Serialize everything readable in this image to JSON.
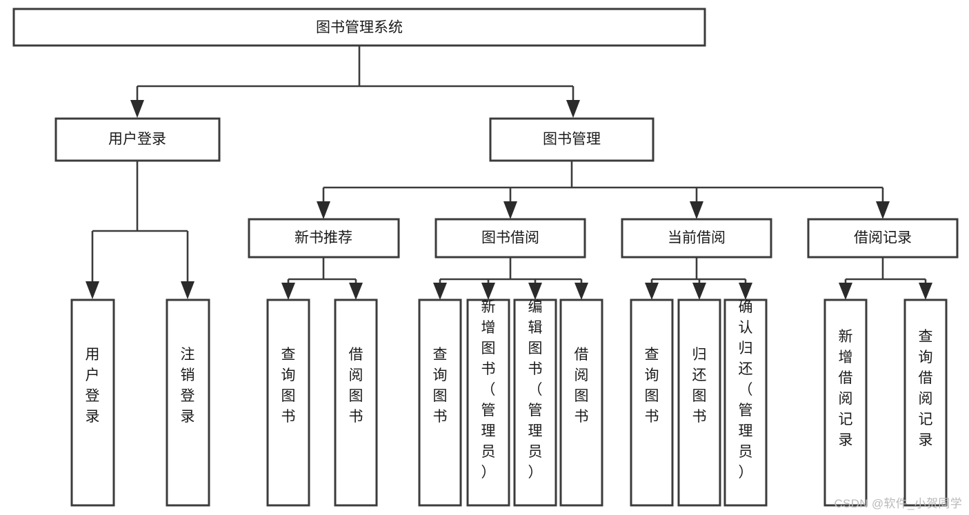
{
  "diagram": {
    "type": "tree",
    "title": "图书管理系统",
    "watermark": "CSDN @软件_小贺同学",
    "colors": {
      "box_stroke": "#3b3b3b",
      "box_fill": "#ffffff",
      "connector": "#3b3b3b",
      "text": "#1a1a1a",
      "watermark": "#b9b9b9",
      "background": "#ffffff"
    },
    "root": {
      "label": "图书管理系统"
    },
    "level1": [
      {
        "label": "用户登录"
      },
      {
        "label": "图书管理"
      }
    ],
    "level2": [
      {
        "label": "新书推荐"
      },
      {
        "label": "图书借阅"
      },
      {
        "label": "当前借阅"
      },
      {
        "label": "借阅记录"
      }
    ],
    "leaves": {
      "user_login": [
        {
          "label": "用户登录"
        },
        {
          "label": "注销登录"
        }
      ],
      "new_book_recommend": [
        {
          "label": "查询图书"
        },
        {
          "label": "借阅图书"
        }
      ],
      "book_borrow": [
        {
          "label": "查询图书"
        },
        {
          "label": "新增图书（管理员）"
        },
        {
          "label": "编辑图书（管理员）"
        },
        {
          "label": "借阅图书"
        }
      ],
      "current_borrow": [
        {
          "label": "查询图书"
        },
        {
          "label": "归还图书"
        },
        {
          "label": "确认归还（管理员）"
        }
      ],
      "borrow_record": [
        {
          "label": "新增借阅记录"
        },
        {
          "label": "查询借阅记录"
        }
      ]
    }
  }
}
